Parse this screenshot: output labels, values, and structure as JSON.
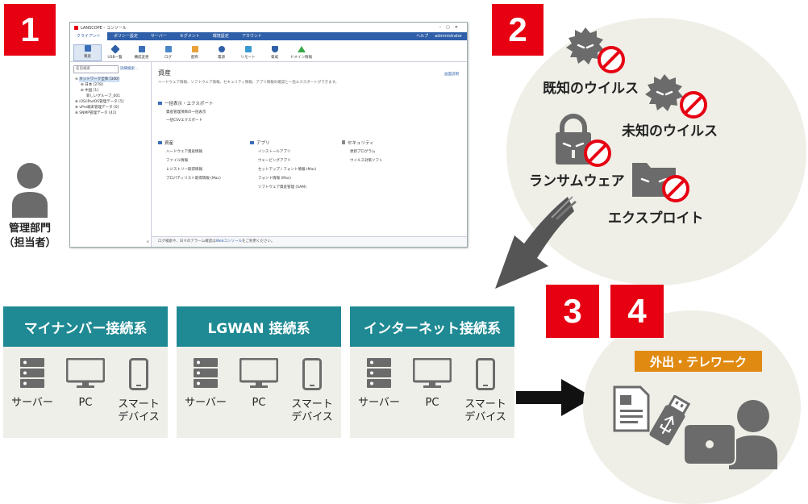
{
  "badges": {
    "b1": "1",
    "b2": "2",
    "b3": "3",
    "b4": "4"
  },
  "admin": {
    "label_line1": "管理部門",
    "label_line2": "（担当者）"
  },
  "console": {
    "title": "LANSCOPE - コンソール",
    "tabs": [
      "クライアント",
      "ポリシー設定",
      "サーバー",
      "セグメント",
      "環境設定",
      "アカウント"
    ],
    "help": "ヘルプ",
    "user": "administrator",
    "ribbon": [
      "資産",
      "USB一覧",
      "構成変更",
      "ログ",
      "配布",
      "電源",
      "リモート",
      "脅威",
      "ドメイン情報"
    ],
    "search_placeholder": "名前検索",
    "search_link": "詳細検索...",
    "tree": [
      "ネットワーク全体 [340]",
      "日本 [278]",
      "中国 [1]",
      "新しいグループ_001",
      "iOS/iPadOS管理データ [5]",
      "vPro端末管理データ [0]",
      "SNMP管理データ [41]"
    ],
    "page_title": "資産",
    "page_sub": "ハードウェア情報、ソフトウェア情報、セキュリティ情報、アプリ情報の確認と一括エクスポートができます。",
    "help_link": "画面説明",
    "section_export": "一括表示・エクスポート",
    "export_links": [
      "資産管理項目の一括表示",
      "一括CSVエクスポート"
    ],
    "col1_title": "資産",
    "col1_links": [
      "ハードウェア資産情報",
      "ファイル情報",
      "レジストリー取得情報",
      "プロパティリスト取得情報 (Mac)"
    ],
    "col2_title": "アプリ",
    "col2_links": [
      "インストールアプリ",
      "ウェービングアプリ",
      "セットアップ / フォント情報 (Mac)",
      "フォント情報 (Mac)",
      "ソフトウェア資産管理 (SAM)"
    ],
    "col3_title": "セキュリティ",
    "col3_links": [
      "更新プログラム",
      "ウイルス対策ソフト"
    ],
    "footer_text": "ログ検索や、日々のアラーム確認は",
    "footer_link": "Webコンソール",
    "footer_tail": "をご利用ください。"
  },
  "threats": {
    "known_virus": "既知のウイルス",
    "unknown_virus": "未知のウイルス",
    "ransomware": "ランサムウェア",
    "exploit": "エクスプロイト"
  },
  "environments": [
    {
      "title": "マイナンバー接続系",
      "server": "サーバー",
      "pc": "PC",
      "smart1": "スマート",
      "smart2": "デバイス"
    },
    {
      "title": "LGWAN 接続系",
      "server": "サーバー",
      "pc": "PC",
      "smart1": "スマート",
      "smart2": "デバイス"
    },
    {
      "title": "インターネット接続系",
      "server": "サーバー",
      "pc": "PC",
      "smart1": "スマート",
      "smart2": "デバイス"
    }
  ],
  "telework": {
    "label": "外出・テレワーク"
  },
  "colors": {
    "badge": "#e60012",
    "teal": "#1f8a94",
    "orange": "#e08a12",
    "icon_gray": "#6b6b6b",
    "ban_red": "#e60012"
  }
}
